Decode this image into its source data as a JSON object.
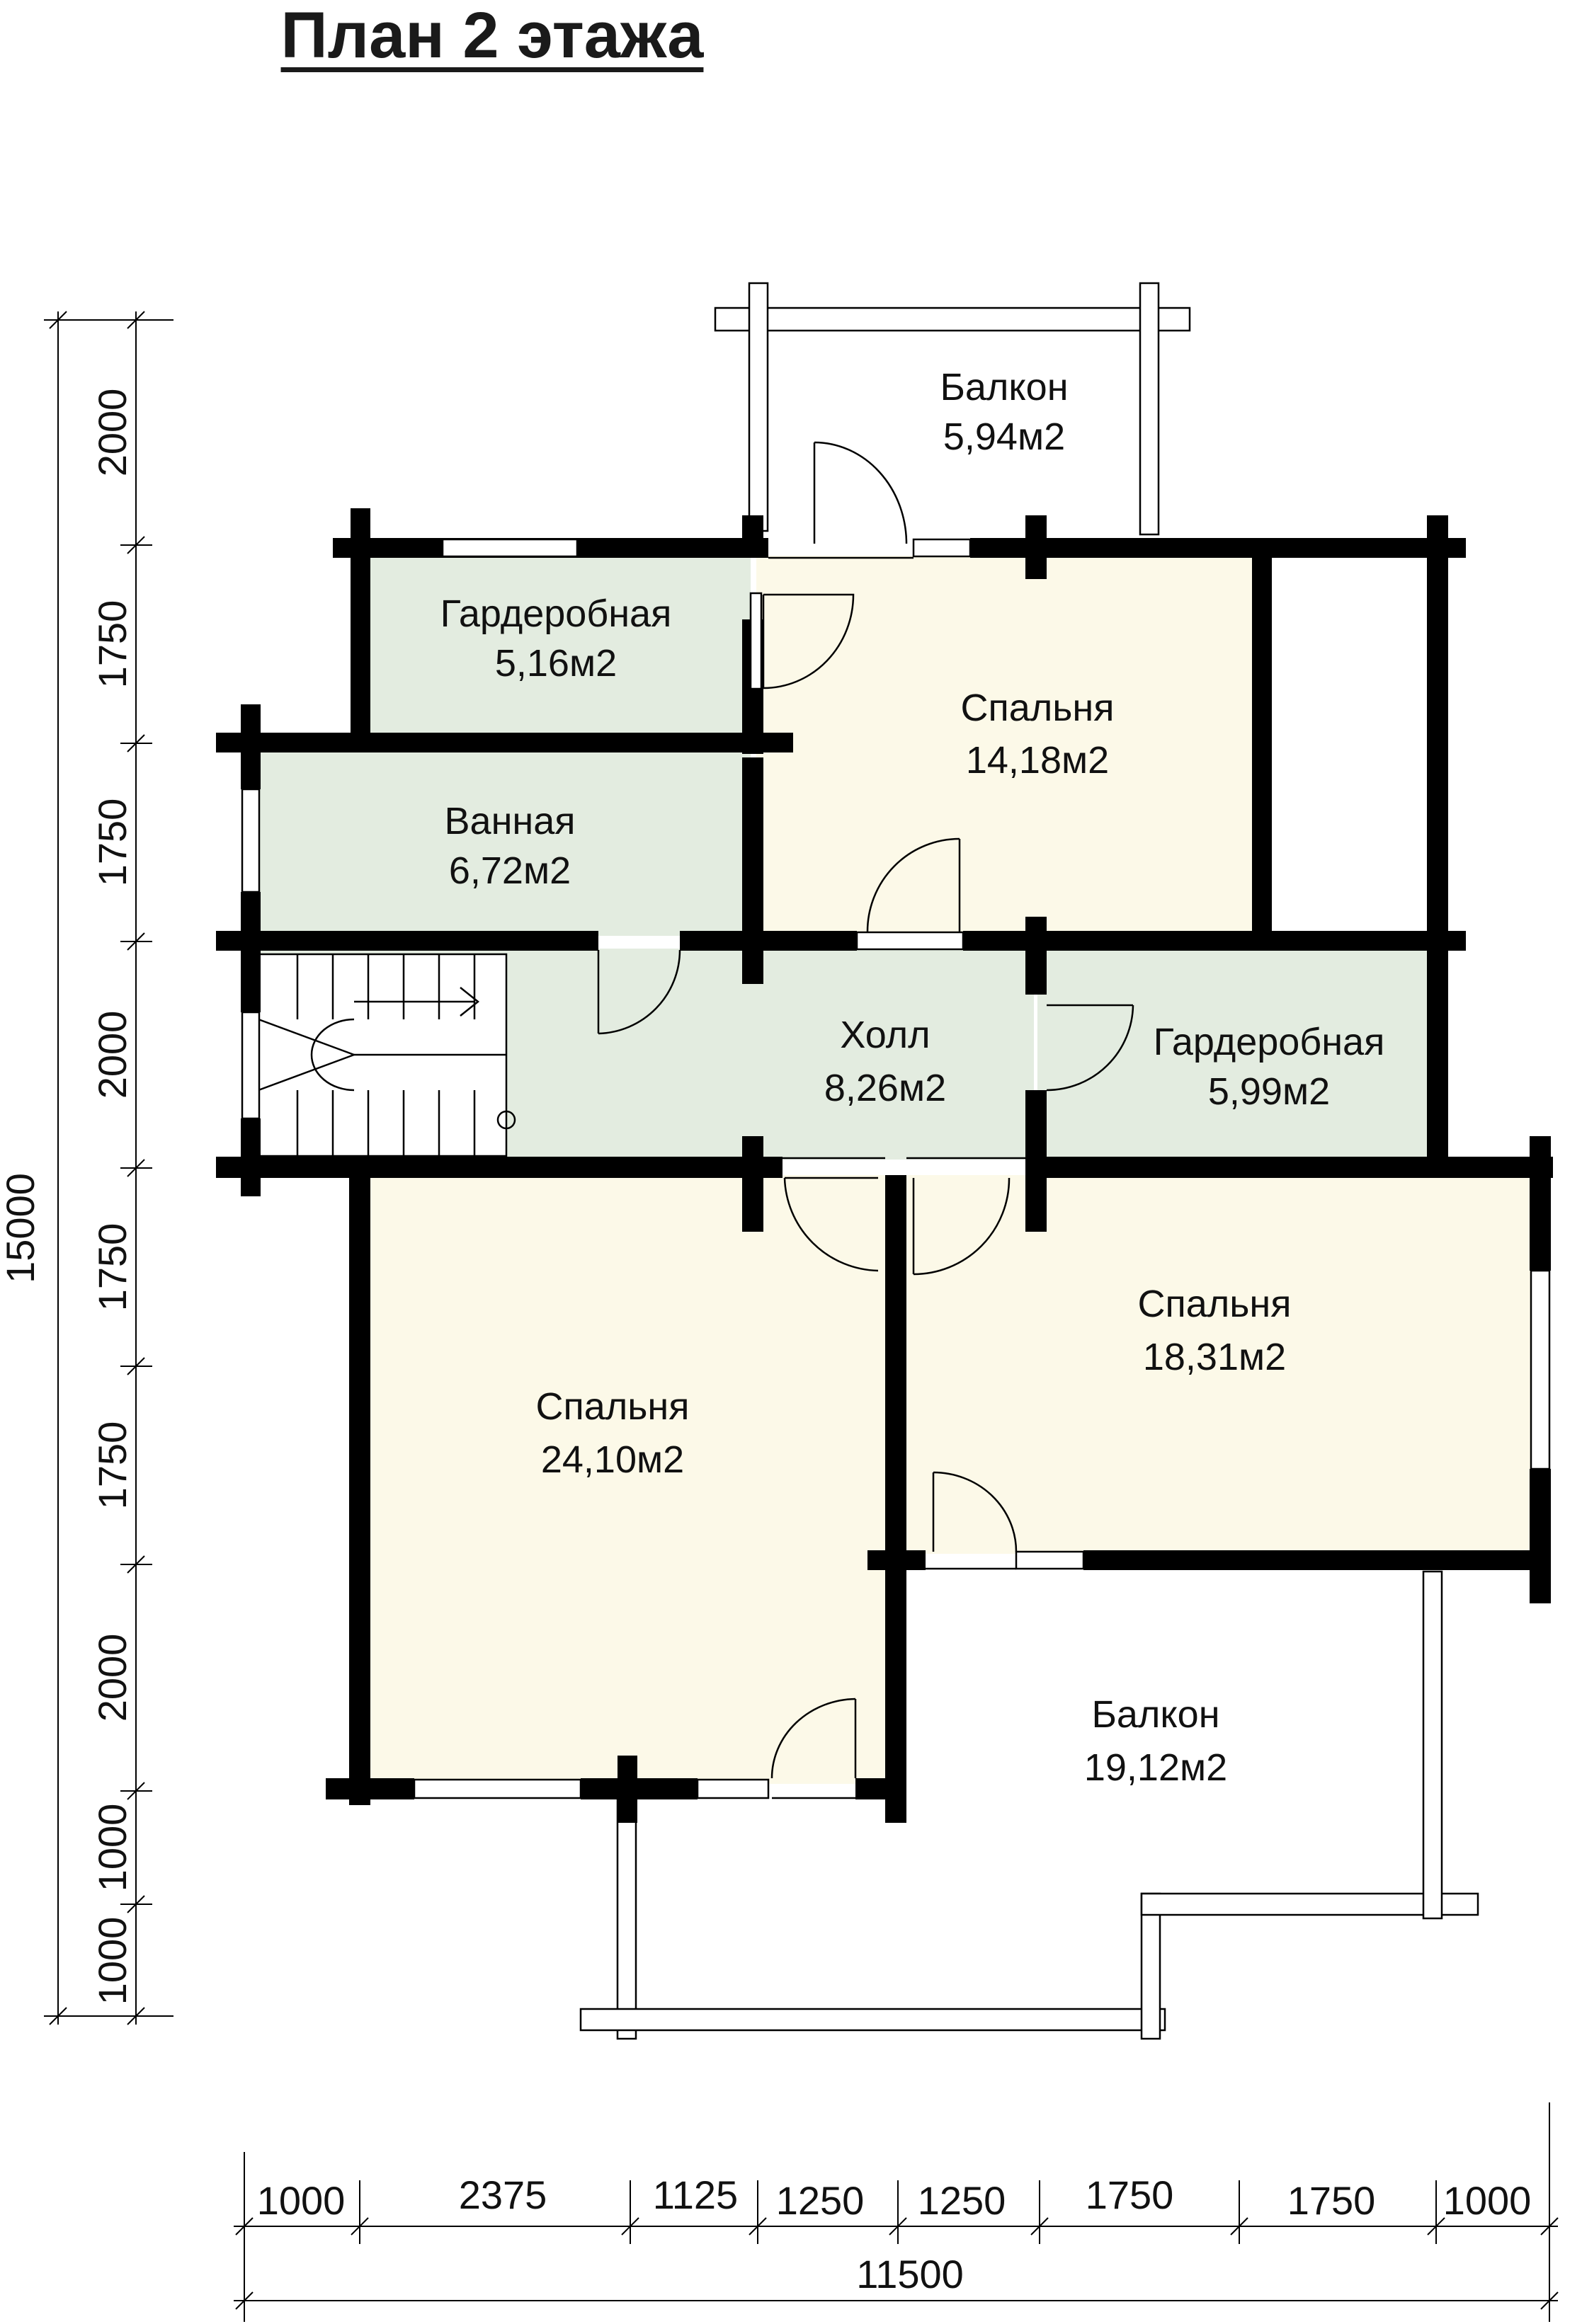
{
  "title": "План 2 этажа",
  "colors": {
    "wall": "#000000",
    "room_yellow": "#fcf9e8",
    "room_green": "#e3ece0",
    "balcony": "#ffffff"
  },
  "rooms": [
    {
      "id": "balcony-top",
      "name": "Балкон",
      "area": "5,94м2"
    },
    {
      "id": "wardrobe-1",
      "name": "Гардеробная",
      "area": "5,16м2"
    },
    {
      "id": "bedroom-1",
      "name": "Спальня",
      "area": "14,18м2"
    },
    {
      "id": "bathroom",
      "name": "Ванная",
      "area": "6,72м2"
    },
    {
      "id": "hall",
      "name": "Холл",
      "area": "8,26м2"
    },
    {
      "id": "wardrobe-2",
      "name": "Гардеробная",
      "area": "5,99м2"
    },
    {
      "id": "bedroom-2",
      "name": "Спальня",
      "area": "18,31м2"
    },
    {
      "id": "bedroom-3",
      "name": "Спальня",
      "area": "24,10м2"
    },
    {
      "id": "balcony-bottom",
      "name": "Балкон",
      "area": "19,12м2"
    }
  ],
  "dimensions": {
    "left_segments": [
      "2000",
      "1750",
      "1750",
      "2000",
      "1750",
      "1750",
      "2000",
      "1000",
      "1000"
    ],
    "left_total": "15000",
    "bottom_segments": [
      "1000",
      "2375",
      "1125",
      "1250",
      "1250",
      "1750",
      "1750",
      "1000"
    ],
    "bottom_total": "11500"
  }
}
